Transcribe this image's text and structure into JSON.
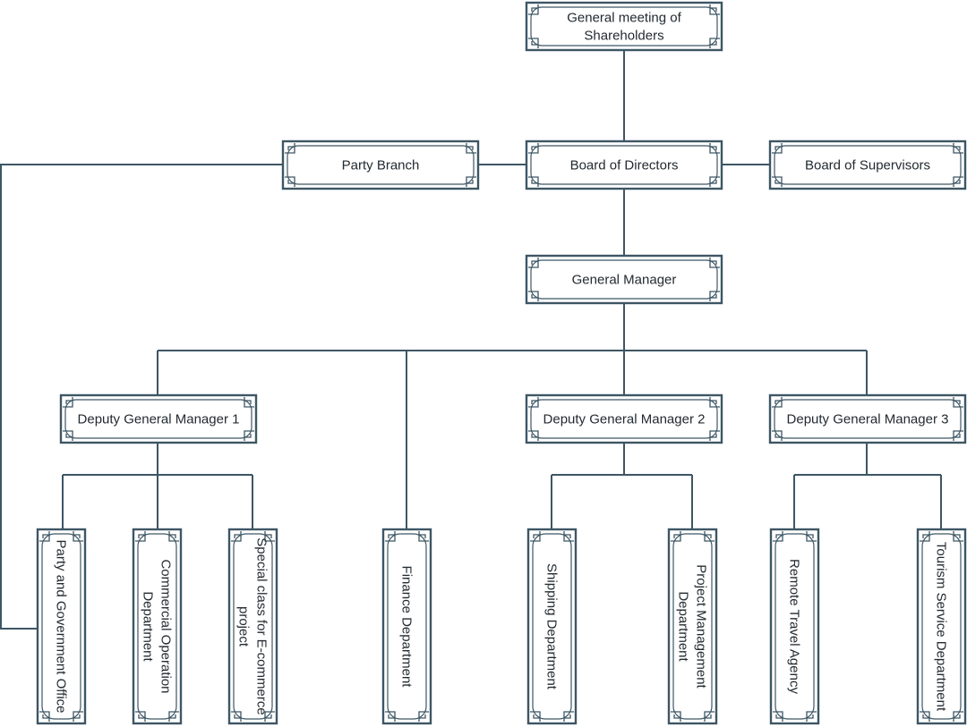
{
  "nodes": [
    {
      "id": "shareholders",
      "name": "node-general-meeting-of-shareholders",
      "lines": [
        "General meeting of",
        "Shareholders"
      ]
    },
    {
      "id": "party_branch",
      "name": "node-party-branch",
      "lines": [
        "Party Branch"
      ]
    },
    {
      "id": "board_directors",
      "name": "node-board-of-directors",
      "lines": [
        "Board of Directors"
      ]
    },
    {
      "id": "board_supervisors",
      "name": "node-board-of-supervisors",
      "lines": [
        "Board of Supervisors"
      ]
    },
    {
      "id": "general_manager",
      "name": "node-general-manager",
      "lines": [
        "General Manager"
      ]
    },
    {
      "id": "dgm1",
      "name": "node-deputy-general-manager-1",
      "lines": [
        "Deputy General Manager 1"
      ]
    },
    {
      "id": "dgm2",
      "name": "node-deputy-general-manager-2",
      "lines": [
        "Deputy General Manager 2"
      ]
    },
    {
      "id": "dgm3",
      "name": "node-deputy-general-manager-3",
      "lines": [
        "Deputy General Manager 3"
      ]
    },
    {
      "id": "party_gov_office",
      "name": "node-party-and-government-office",
      "lines": [
        "Party and Government Office"
      ]
    },
    {
      "id": "commercial_ops",
      "name": "node-commercial-operation-department",
      "lines": [
        "Commercial Operation",
        "Department"
      ]
    },
    {
      "id": "ecommerce",
      "name": "node-special-class-ecommerce-project",
      "lines": [
        "Special class for E-commerce",
        "project"
      ]
    },
    {
      "id": "finance",
      "name": "node-finance-department",
      "lines": [
        "Finance Department"
      ]
    },
    {
      "id": "shipping",
      "name": "node-shipping-department",
      "lines": [
        "Shipping Department"
      ]
    },
    {
      "id": "project_mgmt",
      "name": "node-project-management-department",
      "lines": [
        "Project Management",
        "Department"
      ]
    },
    {
      "id": "remote_travel",
      "name": "node-remote-travel-agency",
      "lines": [
        "Remote Travel Agency"
      ]
    },
    {
      "id": "tourism_service",
      "name": "node-tourism-service-department",
      "lines": [
        "Tourism Service Department"
      ]
    }
  ],
  "edges": [
    [
      "shareholders",
      "board_directors"
    ],
    [
      "board_directors",
      "party_branch"
    ],
    [
      "board_directors",
      "board_supervisors"
    ],
    [
      "board_directors",
      "general_manager"
    ],
    [
      "party_branch",
      "party_gov_office"
    ],
    [
      "general_manager",
      "dgm1"
    ],
    [
      "general_manager",
      "finance"
    ],
    [
      "general_manager",
      "dgm2"
    ],
    [
      "general_manager",
      "dgm3"
    ],
    [
      "dgm1",
      "party_gov_office"
    ],
    [
      "dgm1",
      "commercial_ops"
    ],
    [
      "dgm1",
      "ecommerce"
    ],
    [
      "dgm2",
      "shipping"
    ],
    [
      "dgm2",
      "project_mgmt"
    ],
    [
      "dgm3",
      "remote_travel"
    ],
    [
      "dgm3",
      "tourism_service"
    ]
  ],
  "colors": {
    "line": "#3d5664",
    "text": "#222a30",
    "fill": "#ffffff"
  }
}
